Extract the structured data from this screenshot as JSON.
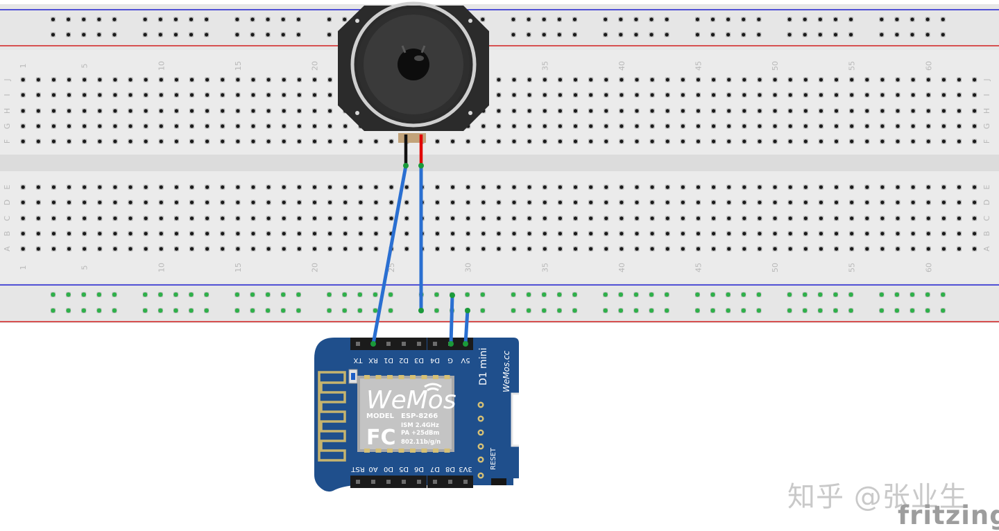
{
  "breadboard": {
    "row_letters_top": [
      "J",
      "I",
      "H",
      "G",
      "F"
    ],
    "row_letters_bottom": [
      "E",
      "D",
      "C",
      "B",
      "A"
    ],
    "column_numbers": [
      "1",
      "5",
      "10",
      "15",
      "20",
      "25",
      "30",
      "35",
      "40",
      "45",
      "50",
      "55",
      "60"
    ],
    "rail_color_negative": "#1f1fcf",
    "rail_color_positive": "#d21f1f",
    "body_color": "#ebebeb"
  },
  "speaker": {
    "body_color": "#2b2b2b",
    "cone_color": "#3a3a3a",
    "ring_color": "#cfcfcf",
    "lead_colors": [
      "#111111",
      "#e10000"
    ]
  },
  "wire_color": "#2a6fd1",
  "board": {
    "name": "D1 mini",
    "url": "WeMos.cc",
    "module_logo": "WeMos",
    "model_label": "MODEL",
    "chip": "ESP-8266",
    "specs": [
      "ISM 2.4GHz",
      "PA +25dBm",
      "802.11b/g/n"
    ],
    "fcc_logo": "FC",
    "reset_label": "RESET",
    "top_pins": [
      "TX",
      "RX",
      "D1",
      "D2",
      "D3",
      "D4",
      "G",
      "5V"
    ],
    "bottom_pins": [
      "RST",
      "A0",
      "D0",
      "D5",
      "D6",
      "D7",
      "D8",
      "3V3"
    ],
    "body_color": "#1f4f8c"
  },
  "watermark": "知乎 @张业生",
  "brand": "fritzing"
}
